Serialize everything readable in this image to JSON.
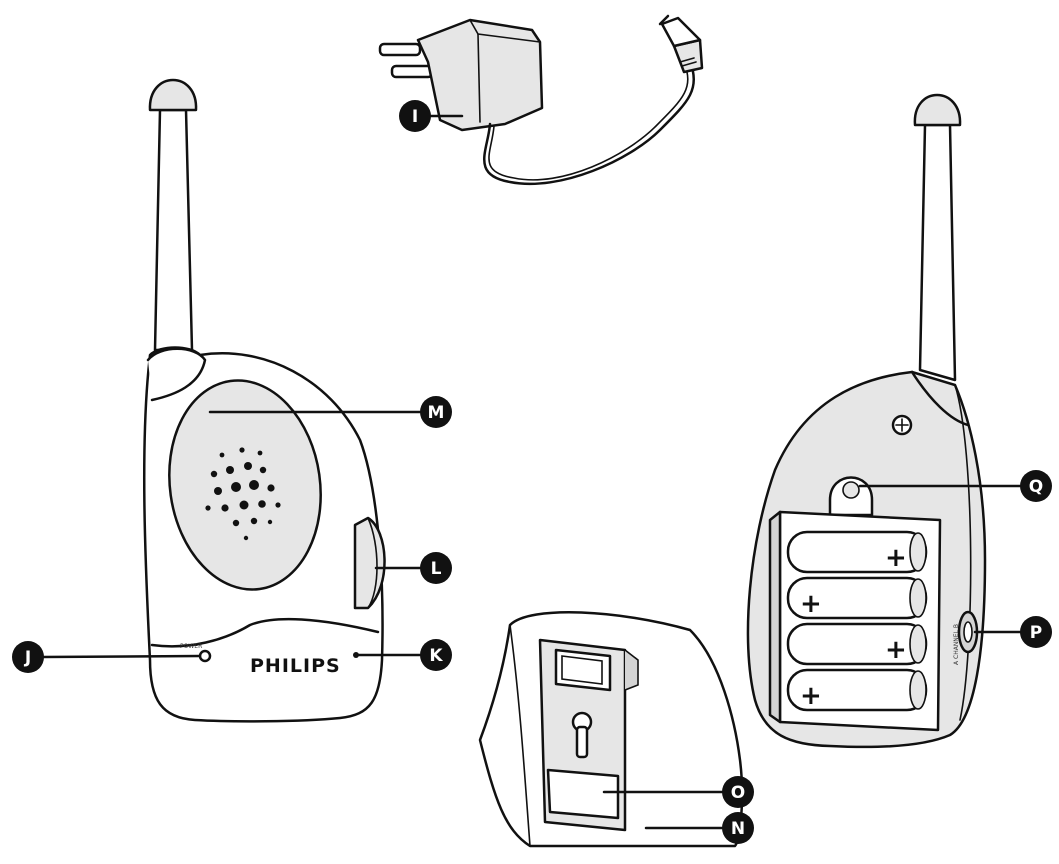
{
  "labels": {
    "I": "I",
    "J": "J",
    "K": "K",
    "L": "L",
    "M": "M",
    "N": "N",
    "O": "O",
    "P": "P",
    "Q": "Q"
  },
  "front_unit": {
    "brand": "PHILIPS",
    "power_label": "POWER"
  },
  "back_unit": {
    "channel_label": "A CHANNEL B",
    "battery_polarity": "+"
  }
}
